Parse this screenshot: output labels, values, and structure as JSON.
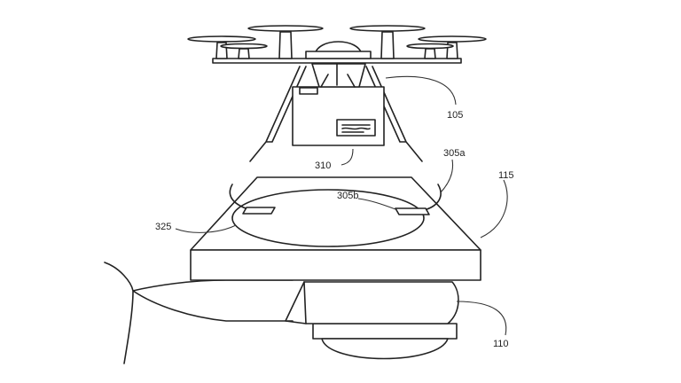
{
  "labels": {
    "l105": "105",
    "l310": "310",
    "l305a": "305a",
    "l305b": "305b",
    "l115": "115",
    "l325": "325",
    "l110": "110"
  }
}
